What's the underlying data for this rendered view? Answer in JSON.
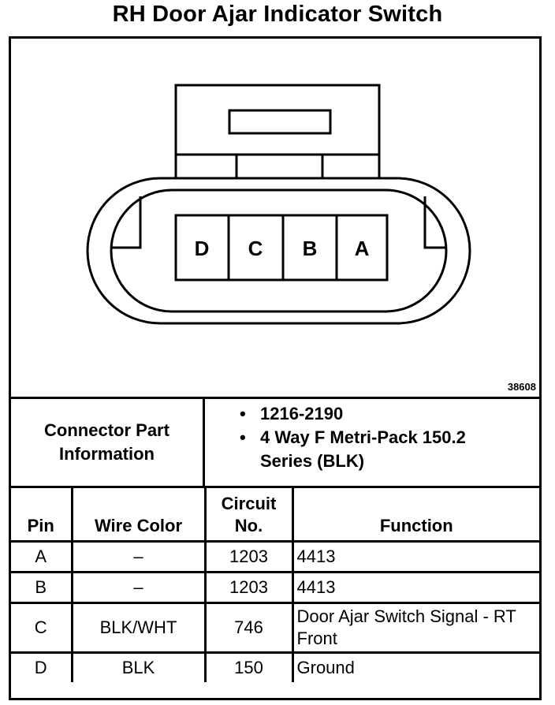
{
  "title": "RH Door Ajar Indicator Switch",
  "reference_number": "38608",
  "connector": {
    "cavity_labels": [
      "D",
      "C",
      "B",
      "A"
    ]
  },
  "connector_info": {
    "label_line1": "Connector Part",
    "label_line2": "Information",
    "items": [
      "1216-2190",
      "4 Way F Metri-Pack 150.2 Series (BLK)"
    ]
  },
  "table": {
    "headers": {
      "pin": "Pin",
      "wire_color": "Wire Color",
      "circuit_line1": "Circuit",
      "circuit_line2": "No.",
      "function": "Function"
    },
    "rows": [
      {
        "pin": "A",
        "wire_color": "–",
        "circuit": "1203",
        "function": "4413"
      },
      {
        "pin": "B",
        "wire_color": "–",
        "circuit": "1203",
        "function": "4413"
      },
      {
        "pin": "C",
        "wire_color": "BLK/WHT",
        "circuit": "746",
        "function": "Door Ajar Switch Signal - RT Front"
      },
      {
        "pin": "D",
        "wire_color": "BLK",
        "circuit": "150",
        "function": "Ground"
      }
    ]
  }
}
